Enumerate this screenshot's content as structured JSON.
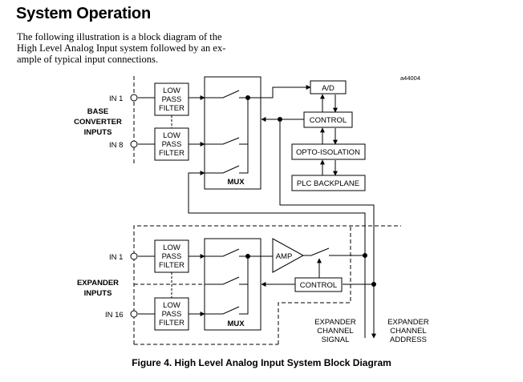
{
  "page": {
    "title": "System Operation",
    "intro_lines": [
      "The following illustration is a block diagram of the",
      "High Level Analog Input system followed by an ex-",
      "ample of typical input connections."
    ]
  },
  "diagram": {
    "ref_code": "a44004",
    "base": {
      "group_label": [
        "BASE",
        "CONVERTER",
        "INPUTS"
      ],
      "inputs": [
        "IN 1",
        "IN 8"
      ],
      "filter_label": [
        "LOW",
        "PASS",
        "FILTER"
      ],
      "mux_label": "MUX",
      "ad_label": "A/D",
      "control_label": "CONTROL",
      "opto_label": "OPTO-ISOLATION",
      "plc_label": "PLC BACKPLANE"
    },
    "expander": {
      "group_label": [
        "EXPANDER",
        "INPUTS"
      ],
      "inputs": [
        "IN 1",
        "IN 16"
      ],
      "filter_label": [
        "LOW",
        "PASS",
        "FILTER"
      ],
      "mux_label": "MUX",
      "amp_label": "AMP",
      "control_label": "CONTROL",
      "signal_label": [
        "EXPANDER",
        "CHANNEL",
        "SIGNAL"
      ],
      "address_label": [
        "EXPANDER",
        "CHANNEL",
        "ADDRESS"
      ]
    }
  },
  "figure": {
    "caption": "Figure 4. High Level Analog Input System Block Diagram"
  }
}
